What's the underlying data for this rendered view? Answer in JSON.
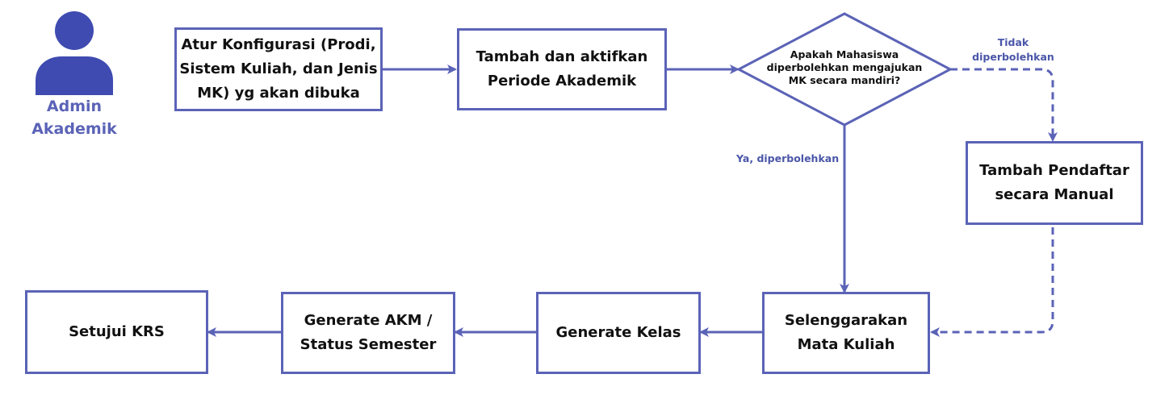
{
  "actor": {
    "label": "Admin\nAkademik",
    "icon": "user-icon",
    "color": "#3f4bb0"
  },
  "colors": {
    "stroke": "#5b63b7",
    "label": "#4a56a8"
  },
  "nodes": {
    "atur_konfigurasi": "Atur Konfigurasi (Prodi,\nSistem Kuliah, dan Jenis\nMK) yg akan dibuka",
    "tambah_periode": "Tambah dan aktifkan\nPeriode Akademik",
    "decision": "Apakah Mahasiswa\ndiperbolehkan mengajukan\nMK secara mandiri?",
    "tambah_pendaftar": "Tambah Pendaftar\nsecara Manual",
    "selenggarakan": "Selenggarakan\nMata Kuliah",
    "generate_kelas": "Generate Kelas",
    "generate_akm": "Generate AKM /\nStatus Semester",
    "setujui_krs": "Setujui KRS"
  },
  "edges": {
    "tidak_label": "Tidak\ndiperbolehkan",
    "ya_label": "Ya, diperbolehkan"
  }
}
